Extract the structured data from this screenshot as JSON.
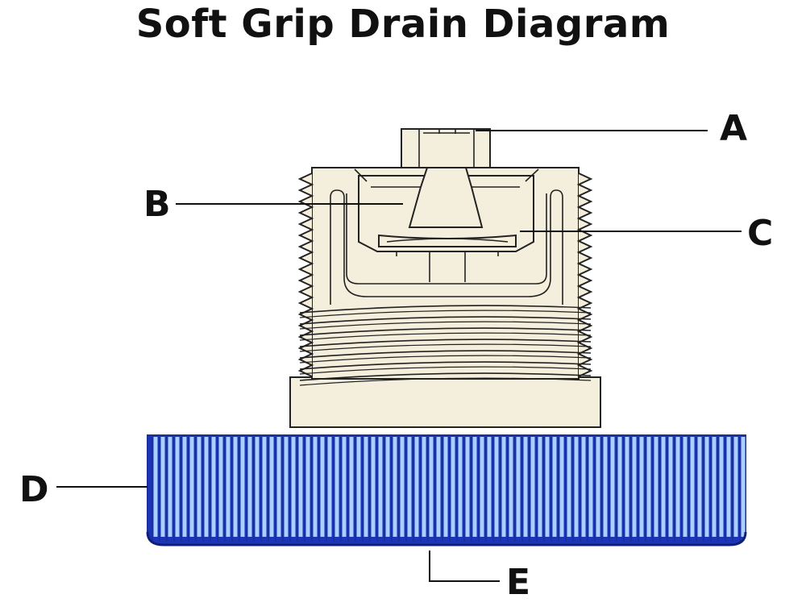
{
  "title": "Soft Grip Drain Diagram",
  "labels": {
    "a": "A",
    "b": "B",
    "c": "C",
    "d": "D",
    "e": "E"
  },
  "colors": {
    "body": "#f4efdc",
    "knob_outline": "#1b2fa0",
    "knob_fill": "#1c35b8",
    "rib_highlight": "#a9d0ff",
    "text": "#111111"
  }
}
